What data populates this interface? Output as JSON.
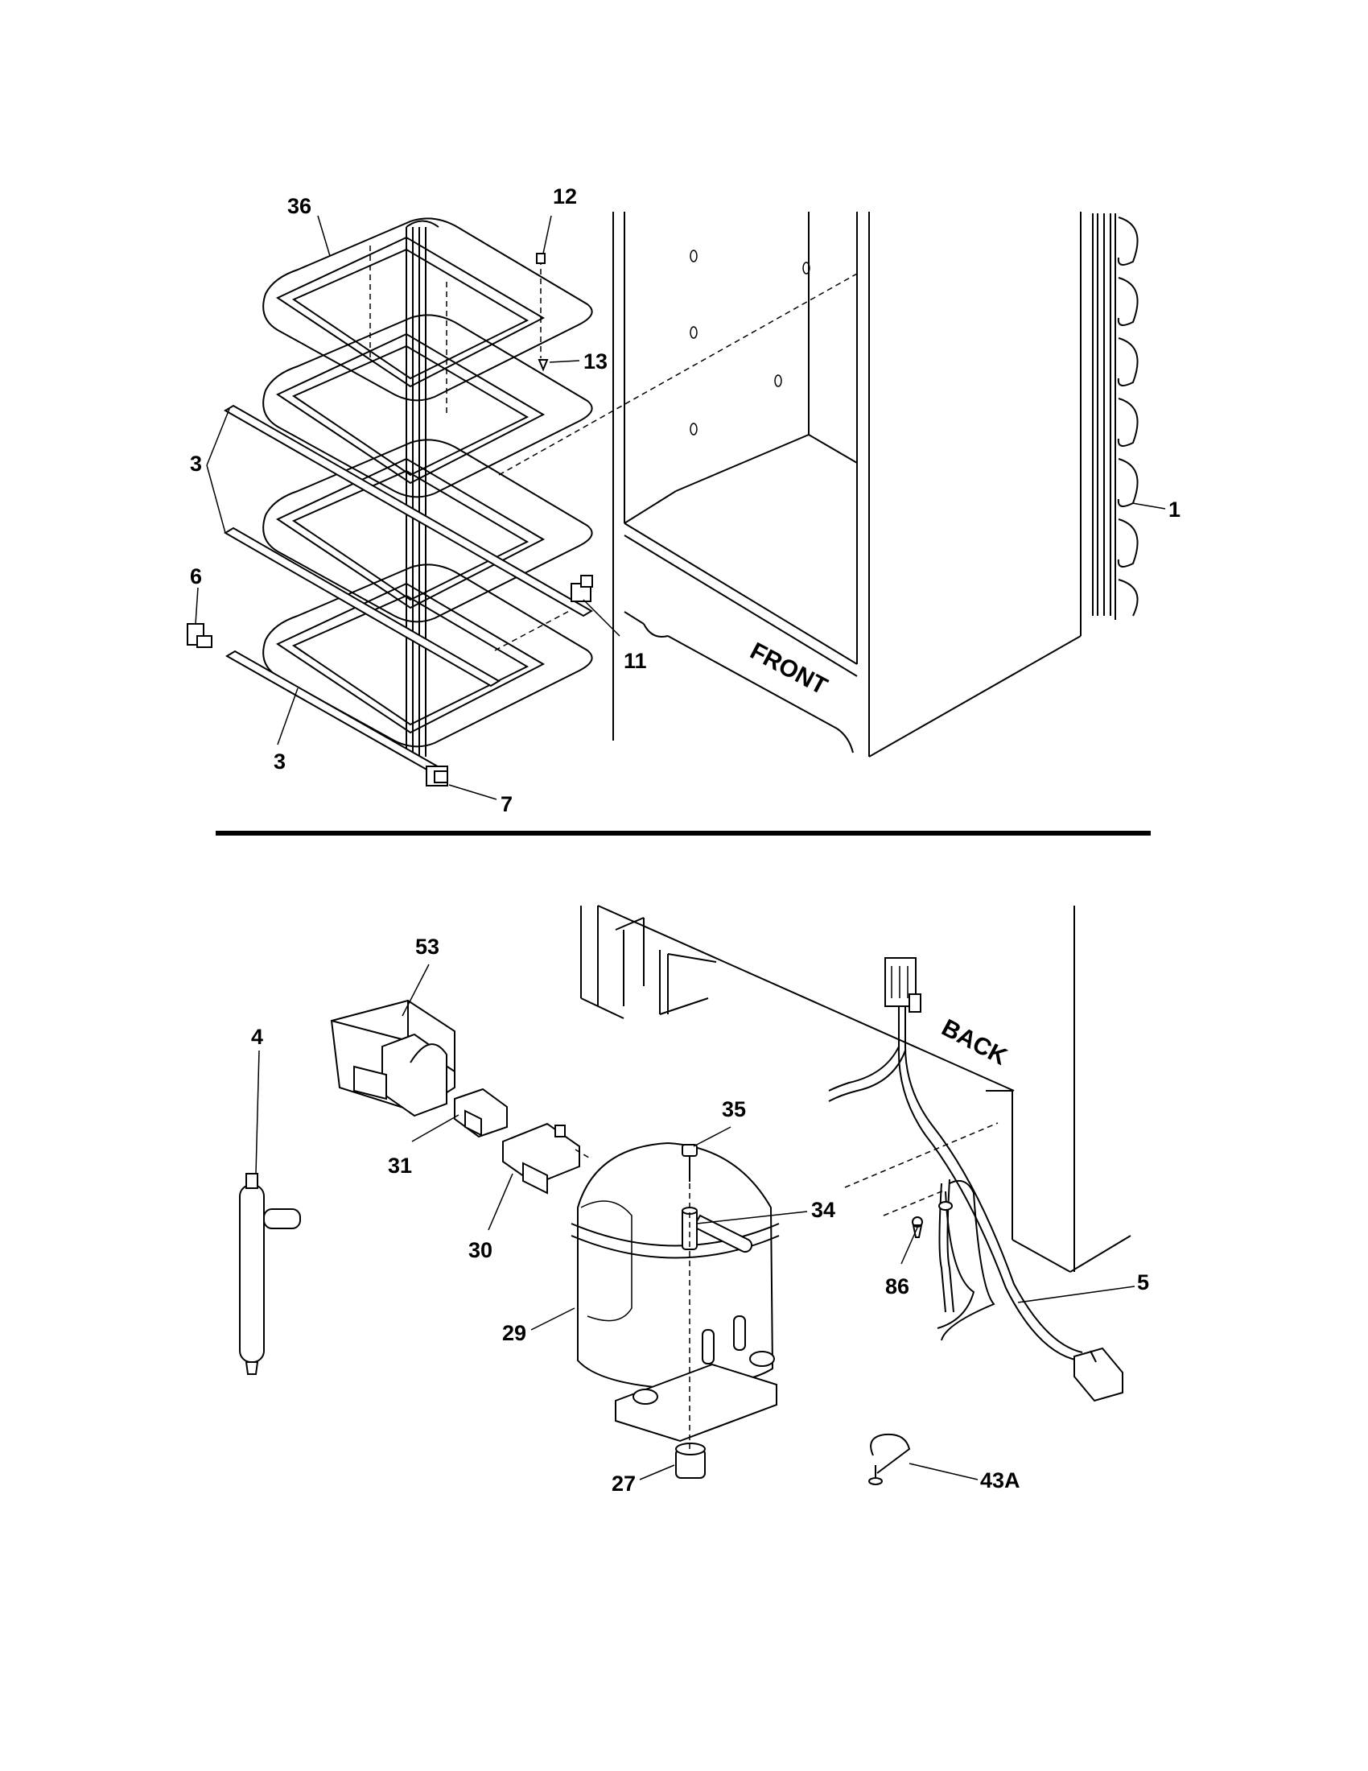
{
  "top_section": {
    "labels": {
      "evaporator": "36",
      "screw": "12",
      "screw_13": "13",
      "rail_upper": "3",
      "rail_lower": "3",
      "clip_left": "6",
      "clip_right": "11",
      "clip_bottom": "7",
      "condenser": "1"
    },
    "cabinet_stamp": "FRONT"
  },
  "bottom_section": {
    "labels": {
      "overload_cover": "53",
      "drier": "4",
      "relay": "31",
      "overload": "30",
      "bolt": "35",
      "spacer": "34",
      "compressor": "29",
      "grommet": "27",
      "power_cord": "5",
      "ground_screw": "86",
      "clamp": "43A"
    },
    "cabinet_stamp": "BACK"
  }
}
